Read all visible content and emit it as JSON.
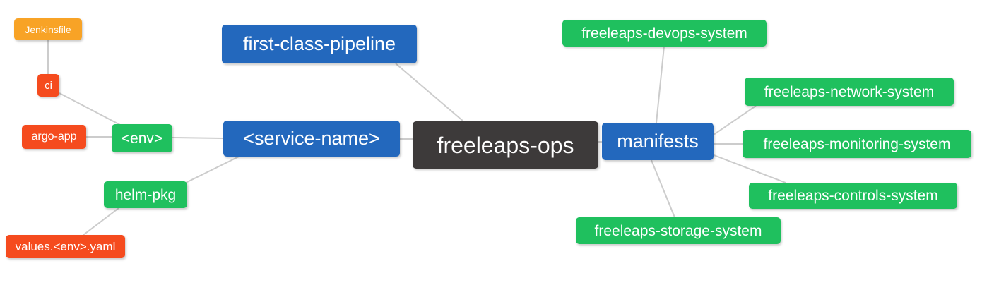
{
  "colors": {
    "root": "#3d3a3a",
    "branch": "#2368bd",
    "green": "#1fc05e",
    "red": "#f54b1e",
    "orange": "#f8a326",
    "edge": "#cccccc",
    "text": "#ffffff"
  },
  "nodes": {
    "freeleaps_ops": {
      "label": "freeleaps-ops",
      "color": "root"
    },
    "first_class_pipeline": {
      "label": "first-class-pipeline",
      "color": "branch"
    },
    "service_name": {
      "label": "<service-name>",
      "color": "branch"
    },
    "manifests": {
      "label": "manifests",
      "color": "branch"
    },
    "env": {
      "label": "<env>",
      "color": "green"
    },
    "helm_pkg": {
      "label": "helm-pkg",
      "color": "green"
    },
    "argo_app": {
      "label": "argo-app",
      "color": "red"
    },
    "ci": {
      "label": "ci",
      "color": "red"
    },
    "jenkinsfile": {
      "label": "Jenkinsfile",
      "color": "orange"
    },
    "values_env_yaml": {
      "label": "values.<env>.yaml",
      "color": "red"
    },
    "devops_system": {
      "label": "freeleaps-devops-system",
      "color": "green"
    },
    "network_system": {
      "label": "freeleaps-network-system",
      "color": "green"
    },
    "monitoring_system": {
      "label": "freeleaps-monitoring-system",
      "color": "green"
    },
    "controls_system": {
      "label": "freeleaps-controls-system",
      "color": "green"
    },
    "storage_system": {
      "label": "freeleaps-storage-system",
      "color": "green"
    }
  },
  "edges": [
    [
      "jenkinsfile",
      "ci"
    ],
    [
      "ci",
      "env"
    ],
    [
      "argo_app",
      "env"
    ],
    [
      "env",
      "service_name"
    ],
    [
      "helm_pkg",
      "service_name"
    ],
    [
      "values_env_yaml",
      "helm_pkg"
    ],
    [
      "first_class_pipeline",
      "freeleaps_ops"
    ],
    [
      "service_name",
      "freeleaps_ops"
    ],
    [
      "freeleaps_ops",
      "manifests"
    ],
    [
      "manifests",
      "devops_system"
    ],
    [
      "manifests",
      "network_system"
    ],
    [
      "manifests",
      "monitoring_system"
    ],
    [
      "manifests",
      "controls_system"
    ],
    [
      "manifests",
      "storage_system"
    ]
  ]
}
